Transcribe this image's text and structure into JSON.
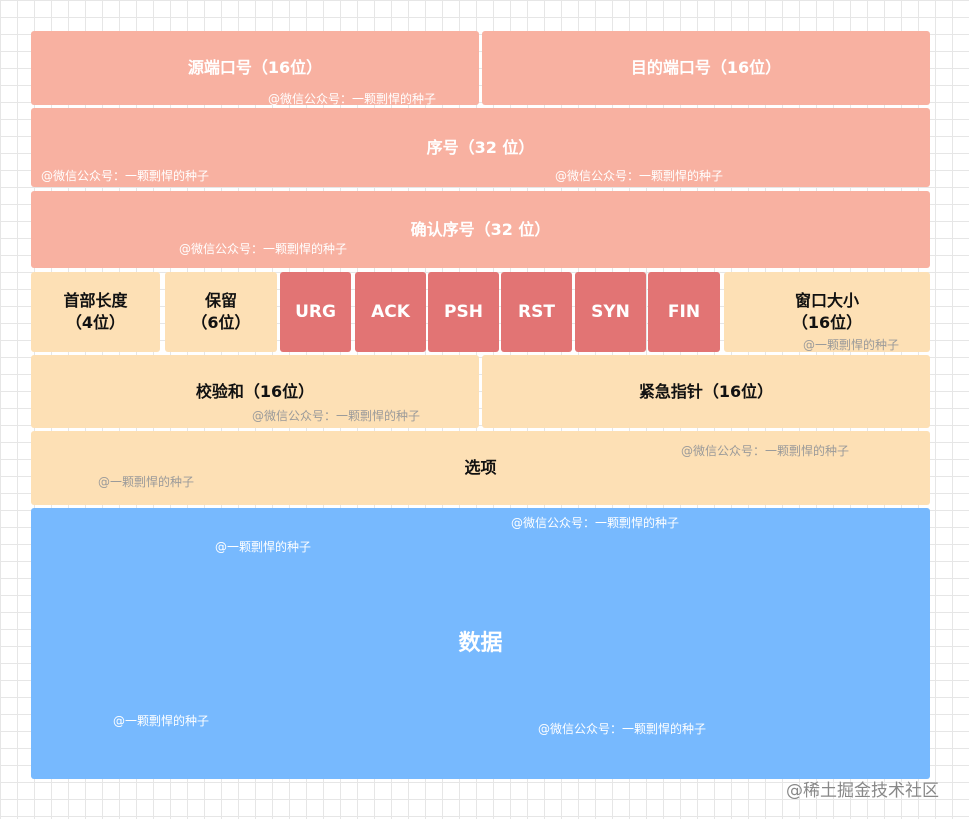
{
  "fields": {
    "src_port": "源端口号（16位）",
    "dst_port": "目的端口号（16位）",
    "seq": "序号（32 位）",
    "ack_seq": "确认序号（32 位）",
    "header_len": "首部长度\n（4位）",
    "reserved": "保留\n（6位）",
    "flags": [
      "URG",
      "ACK",
      "PSH",
      "RST",
      "SYN",
      "FIN"
    ],
    "window": "窗口大小\n（16位）",
    "checksum": "校验和（16位）",
    "urgent_ptr": "紧急指针（16位）",
    "options": "选项",
    "data": "数据"
  },
  "watermarks": {
    "full": "@微信公众号：一颗剽悍的种子",
    "short": "@一颗剽悍的种子",
    "site": "@稀土掘金技术社区"
  },
  "colors": {
    "header_fields": "#f8b1a1",
    "control_fields": "#fde0b5",
    "flags": "#e27474",
    "data": "#77b9fe"
  }
}
